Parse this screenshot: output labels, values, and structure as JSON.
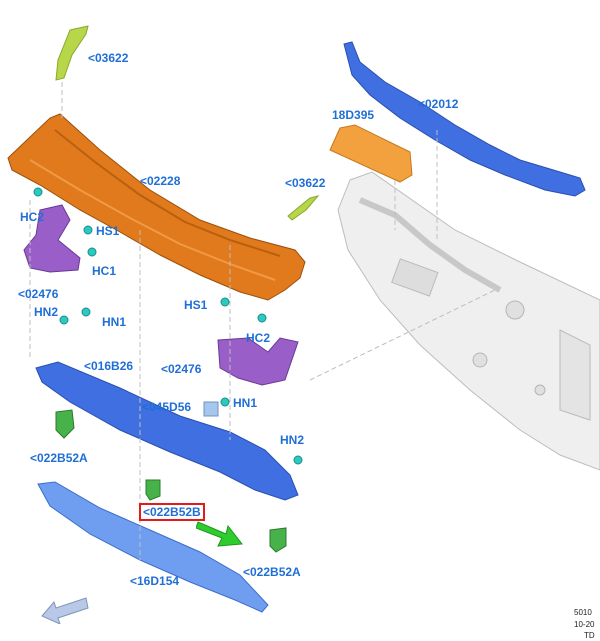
{
  "labels": {
    "p03622_top": "<03622",
    "p02012": "<02012",
    "p18D395": "18D395",
    "p02228": "<02228",
    "p03622_mid": "<03622",
    "hc2_left": "HC2",
    "hs1_left": "HS1",
    "hc1_left": "HC1",
    "p02476_left": "<02476",
    "hn2_left": "HN2",
    "hn1_left": "HN1",
    "p016B26": "<016B26",
    "hs1_mid": "HS1",
    "hc2_mid": "HC2",
    "p02476_mid": "<02476",
    "p045D56": "<045D56",
    "hn1_mid": "HN1",
    "p022B52A_left": "<022B52A",
    "hn2_right": "HN2",
    "p022B52B": "<022B52B",
    "p022B52A_right": "<022B52A",
    "p16D154": "<16D154"
  },
  "corner_codes": [
    "5010",
    "10-20",
    "TD"
  ],
  "colors": {
    "label_blue": "#1f6fd6",
    "highlight_red": "#e31b1b",
    "pointer_green": "#2ecc2e",
    "cowl_orange": "#e07a1c",
    "panel_blue": "#3f6fe0",
    "bracket_purple": "#9a5ec8",
    "clip_teal": "#2cc9c0",
    "dash_gray": "#dcdcdc",
    "bracket_yellowgreen": "#b8d64a"
  },
  "icons": {
    "pointer": "green-arrow-icon",
    "direction": "forward-arrow-icon"
  }
}
